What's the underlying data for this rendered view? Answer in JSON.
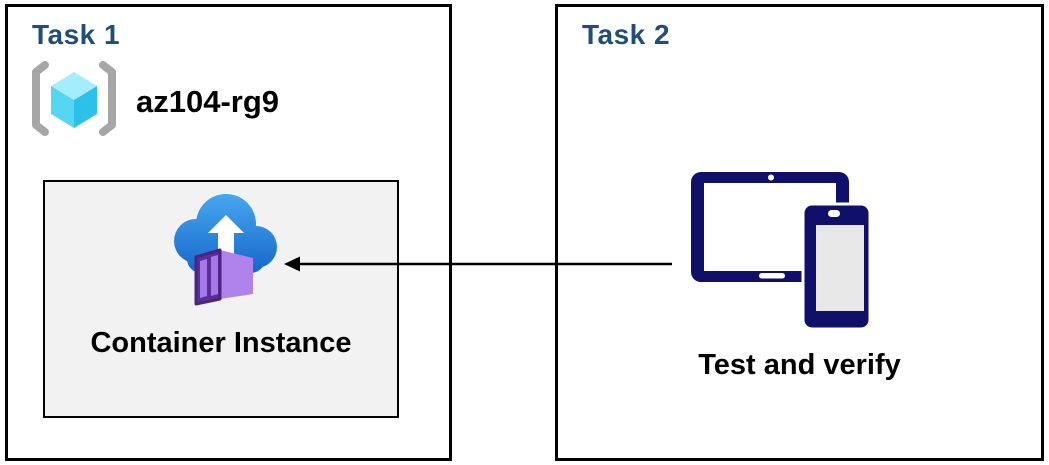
{
  "task1": {
    "title": "Task 1",
    "resource_group": {
      "icon": "resource-group-icon",
      "name": "az104-rg9"
    },
    "container_box": {
      "icon": "container-instance-icon",
      "label": "Container Instance"
    }
  },
  "task2": {
    "title": "Task 2",
    "devices": {
      "icon": "tablet-phone-icon",
      "label": "Test and verify"
    }
  },
  "arrow": {
    "from": "task2-devices",
    "to": "task1-container-instance",
    "direction": "right-to-left"
  },
  "colors": {
    "title_navy": "#1F4E79",
    "device_navy": "#10106B",
    "box_border": "#000000",
    "container_box_fill": "#F2F2F2",
    "cloud_blue_top": "#47A7EF",
    "cloud_blue_bottom": "#1565C8",
    "container_purple_dark": "#5B2F9B",
    "container_purple_light": "#AF82EC",
    "container_stripe": "#A678E8",
    "cube_light": "#A4EDFC",
    "cube_medium": "#55D6F3",
    "cube_dark": "#2BC1E9",
    "bracket_gray": "#A6A6A6",
    "phone_screen_gray": "#E8E8E8"
  }
}
